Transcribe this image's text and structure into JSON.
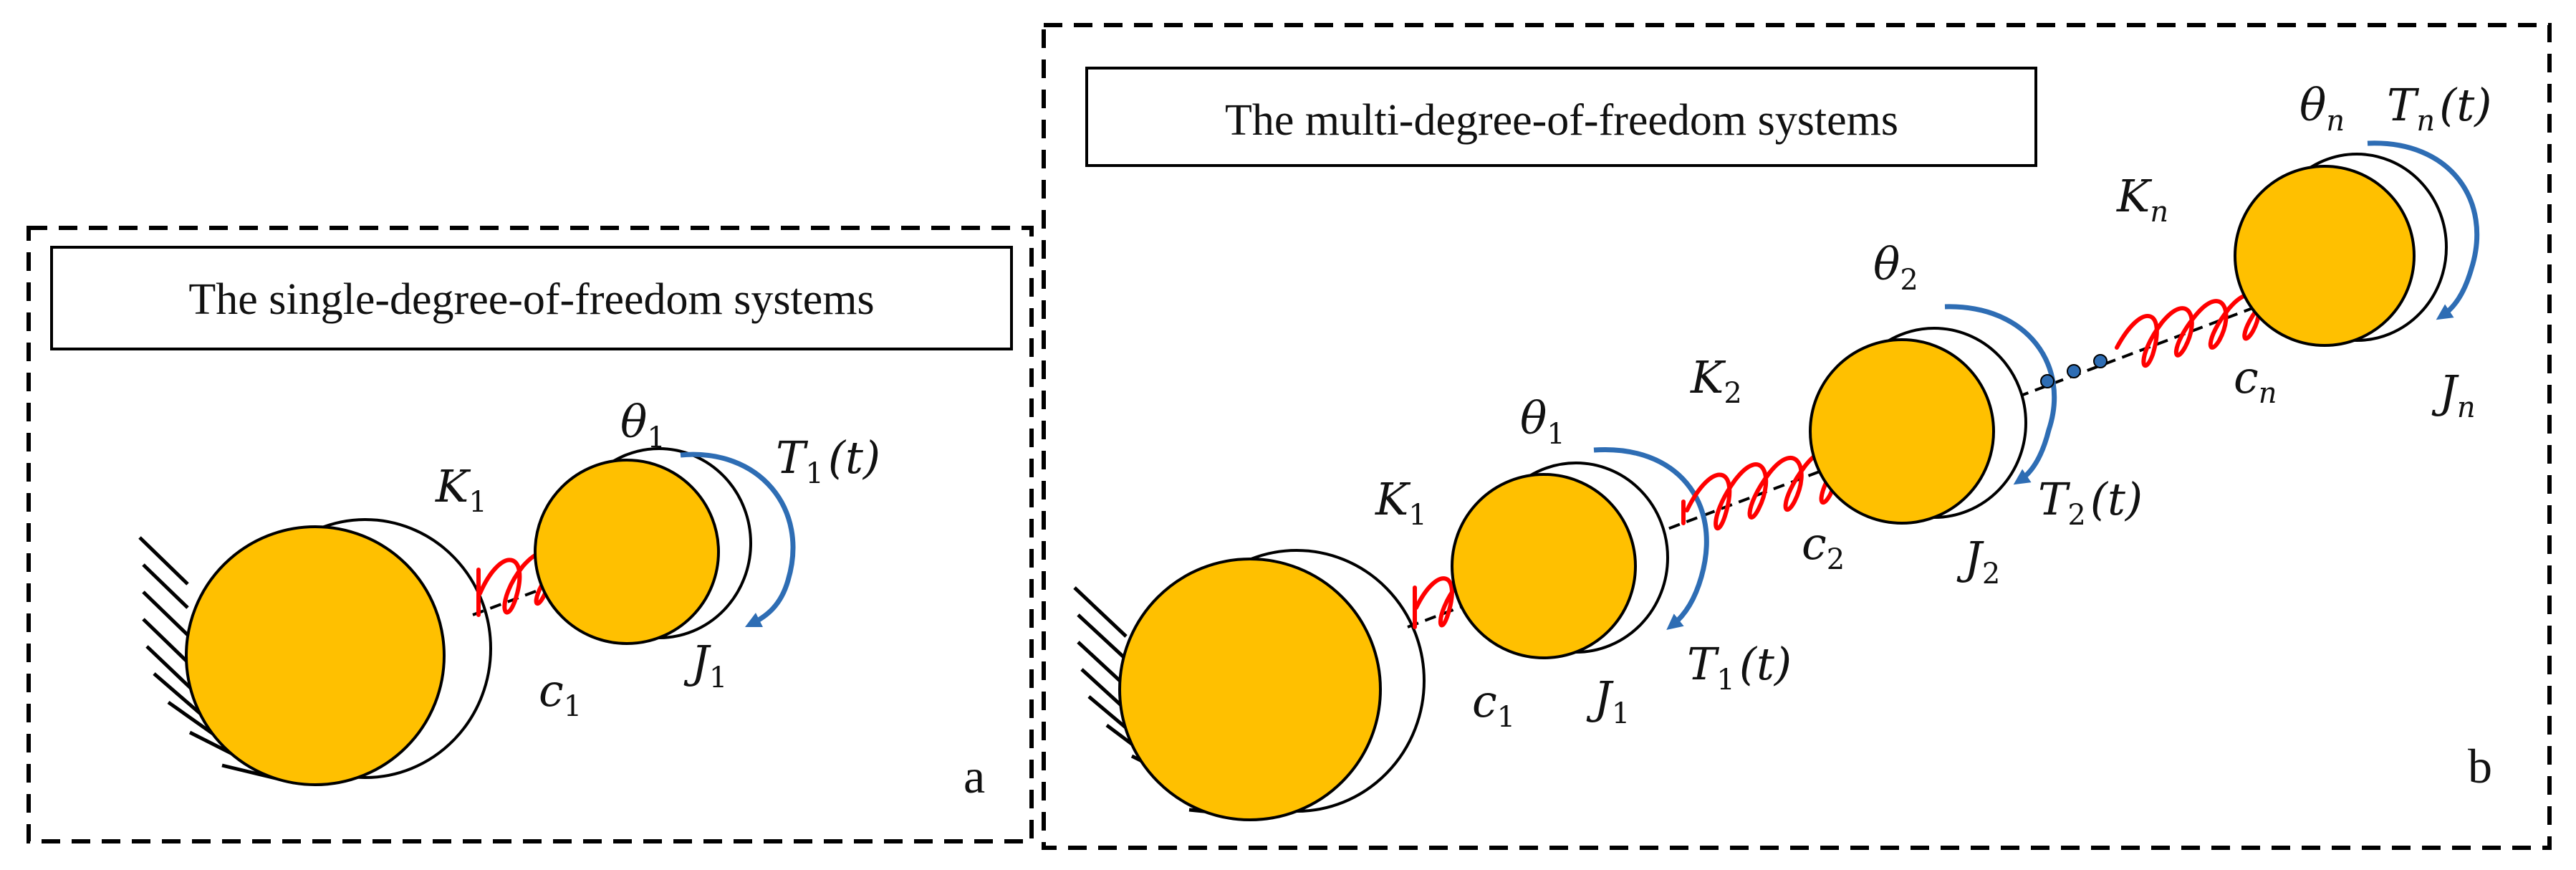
{
  "panel_a": {
    "title": "The single-degree-of-freedom systems",
    "letter": "a",
    "labels": {
      "theta1": {
        "sym": "θ",
        "sub": "1"
      },
      "K1": {
        "sym": "K",
        "sub": "1"
      },
      "T1": {
        "sym": "T",
        "sub": "1",
        "arg": "(t)"
      },
      "c1": {
        "sym": "c",
        "sub": "1"
      },
      "J1": {
        "sym": "J",
        "sub": "1"
      }
    }
  },
  "panel_b": {
    "title": "The multi-degree-of-freedom systems",
    "letter": "b",
    "labels": {
      "theta1": {
        "sym": "θ",
        "sub": "1"
      },
      "K1": {
        "sym": "K",
        "sub": "1"
      },
      "c1": {
        "sym": "c",
        "sub": "1"
      },
      "J1": {
        "sym": "J",
        "sub": "1"
      },
      "T1": {
        "sym": "T",
        "sub": "1",
        "arg": "(t)"
      },
      "K2": {
        "sym": "K",
        "sub": "2"
      },
      "theta2": {
        "sym": "θ",
        "sub": "2"
      },
      "c2": {
        "sym": "c",
        "sub": "2"
      },
      "J2": {
        "sym": "J",
        "sub": "2"
      },
      "T2": {
        "sym": "T",
        "sub": "2",
        "arg": "(t)"
      },
      "Kn": {
        "sym": "K",
        "sub": "n"
      },
      "thetan": {
        "sym": "θ",
        "sub": "n"
      },
      "Tn": {
        "sym": "T",
        "sub": "n",
        "arg": "(t)"
      },
      "cn": {
        "sym": "c",
        "sub": "n"
      },
      "Jn": {
        "sym": "J",
        "sub": "n"
      }
    }
  },
  "colors": {
    "disk_fill": "#FFC000",
    "spring": "#FF0000",
    "arrow": "#2E6DB4",
    "stroke": "#000000"
  }
}
